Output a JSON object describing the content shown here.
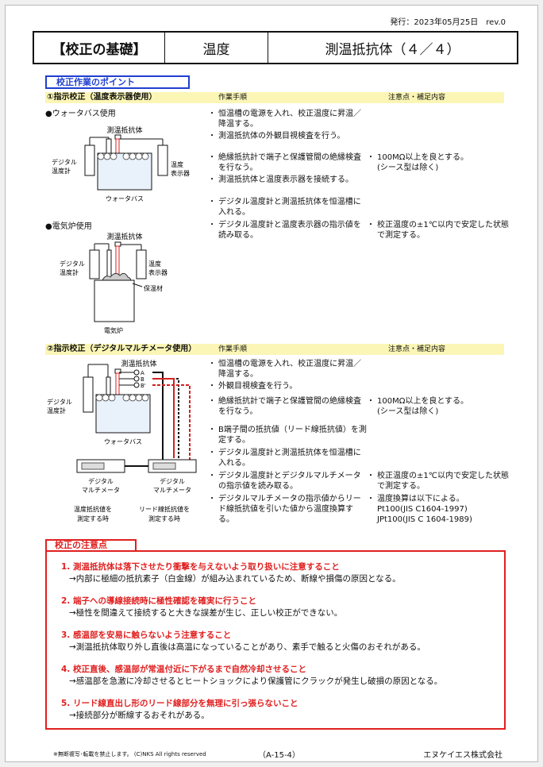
{
  "issued": "発行：2023年05月25日　rev.0",
  "header": {
    "category": "【校正の基礎】",
    "topic": "温度",
    "subject": "測温抵抗体（４／４）"
  },
  "section_title": "校正作業のポイント",
  "band_labels": {
    "procedure": "作業手順",
    "notes": "注意点・補足内容"
  },
  "part1": {
    "title": "①指示校正（温度表示器使用）",
    "waterbath": {
      "label": "●ウォータバス使用",
      "rtd": "測温抵抗体",
      "digital_label_1": "デジタル",
      "digital_label_2": "温度計",
      "display_label_1": "温度",
      "display_label_2": "表示器",
      "bath": "ウォータバス"
    },
    "furnace": {
      "label": "●電気炉使用",
      "rtd": "測温抵抗体",
      "digital_label_1": "デジタル",
      "digital_label_2": "温度計",
      "display_label_1": "温度",
      "display_label_2": "表示器",
      "insulation": "保温材",
      "furnace_name": "電気炉"
    },
    "steps": [
      "恒温槽の電源を入れ、校正温度に昇温／降温する。",
      "測温抵抗体の外観目視検査を行う。",
      "絶縁抵抗計で端子と保護管間の絶縁検査を行なう。",
      "測温抵抗体と温度表示器を接続する。",
      "デジタル温度計と測温抵抗体を恒温槽に入れる。",
      "デジタル温度計と温度表示器の指示値を読み取る。"
    ],
    "notes": [
      {
        "main": "100MΩ以上を良とする。",
        "sub": "(シース型は除く)"
      },
      {
        "main": "校正温度の±1℃以内で安定した状態で測定する。",
        "sub": ""
      }
    ]
  },
  "part2": {
    "title": "②指示校正（デジタルマルチメータ使用）",
    "diagram": {
      "rtd": "測温抵抗体",
      "terminal_a": "A",
      "terminal_b1": "B",
      "terminal_b2": "B'",
      "digital_label_1": "デジタル",
      "digital_label_2": "温度計",
      "bath": "ウォータバス",
      "dmm1_line1": "デジタル",
      "dmm1_line2": "マルチメータ",
      "dmm2_line1": "デジタル",
      "dmm2_line2": "マルチメータ",
      "caption1_line1": "温度抵抗値を",
      "caption1_line2": "測定する時",
      "caption2_line1": "リード線抵抗値を",
      "caption2_line2": "測定する時"
    },
    "steps": [
      "恒温槽の電源を入れ、校正温度に昇温／降温する。",
      "外観目視検査を行う。",
      "絶縁抵抗計で端子と保護管間の絶縁検査を行なう。",
      "B端子間の抵抗値（リード線抵抗値）を測定する。",
      "デジタル温度計と測温抵抗体を恒温槽に入れる。",
      "デジタル温度計とデジタルマルチメータの指示値を読み取る。",
      "デジタルマルチメータの指示値からリード線抵抗値を引いた値から温度換算する。"
    ],
    "notes": [
      {
        "main": "100MΩ以上を良とする。",
        "sub": "(シース型は除く)"
      },
      {
        "main": "校正温度の±1℃以内で安定した状態で測定する。",
        "sub": ""
      },
      {
        "main": "温度換算は以下による。",
        "sub": "Pt100(JIS C1604-1997)",
        "sub2": "JPt100(JIS C 1604-1989)"
      }
    ]
  },
  "cautions": {
    "title": "校正の注意点",
    "items": [
      {
        "title": "1. 測温抵抗体は落下させたり衝撃を与えないよう取り扱いに注意すること",
        "detail": "→内部に極細の抵抗素子（白金線）が組み込まれているため、断線や損傷の原因となる。"
      },
      {
        "title": "2. 端子への導線接続時に極性確認を確実に行うこと",
        "detail": "→極性を間違えて接続すると大きな誤差が生じ、正しい校正ができない。"
      },
      {
        "title": "3. 感温部を安易に触らないよう注意すること",
        "detail": "→測温抵抗体取り外し直後は高温になっていることがあり、素手で触ると火傷のおそれがある。"
      },
      {
        "title": "4. 校正直後、感温部が常温付近に下がるまで自然冷却させること",
        "detail": "→感温部を急激に冷却させるとヒートショックにより保護管にクラックが発生し破損の原因となる。"
      },
      {
        "title": "5. リード線直出し形のリード線部分を無理に引っ張らないこと",
        "detail": "→接続部分が断線するおそれがある。"
      }
    ]
  },
  "footer": {
    "copyright": "※無断複写･転載を禁止します。 (C)NKS All rights reserved",
    "page": "（A-15-4）",
    "company": "エヌケイエス株式会社"
  },
  "colors": {
    "section_blue": "#1f3fd0",
    "band_yellow": "#fbf6b6",
    "caution_red": "#e02020",
    "lead_red": "#d42020"
  }
}
